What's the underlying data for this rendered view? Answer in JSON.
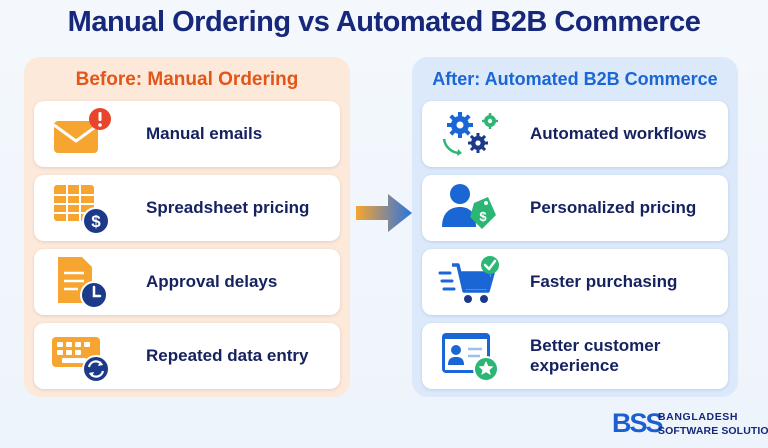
{
  "title": "Manual Ordering vs Automated B2B Commerce",
  "before": {
    "heading": "Before: Manual Ordering",
    "items": [
      {
        "label": "Manual emails",
        "icon": "envelope-alert-icon"
      },
      {
        "label": "Spreadsheet pricing",
        "icon": "spreadsheet-dollar-icon"
      },
      {
        "label": "Approval delays",
        "icon": "document-clock-icon"
      },
      {
        "label": "Repeated data entry",
        "icon": "keyboard-refresh-icon"
      }
    ]
  },
  "after": {
    "heading": "After: Automated B2B Commerce",
    "items": [
      {
        "label": "Automated workflows",
        "icon": "gears-cycle-icon"
      },
      {
        "label": "Personalized pricing",
        "icon": "user-price-tag-icon"
      },
      {
        "label": "Faster purchasing",
        "icon": "cart-check-icon"
      },
      {
        "label": "Better customer experience",
        "icon": "profile-star-icon"
      }
    ]
  },
  "brand": {
    "logo": "BSS",
    "line1": "BANGLADESH",
    "line2": "SOFTWARE SOLUTION"
  },
  "colors": {
    "title": "#17287a",
    "before_accent": "#e2561a",
    "after_accent": "#1a66d4",
    "before_panel": "#fde9d9",
    "after_panel": "#dbe9fb"
  }
}
